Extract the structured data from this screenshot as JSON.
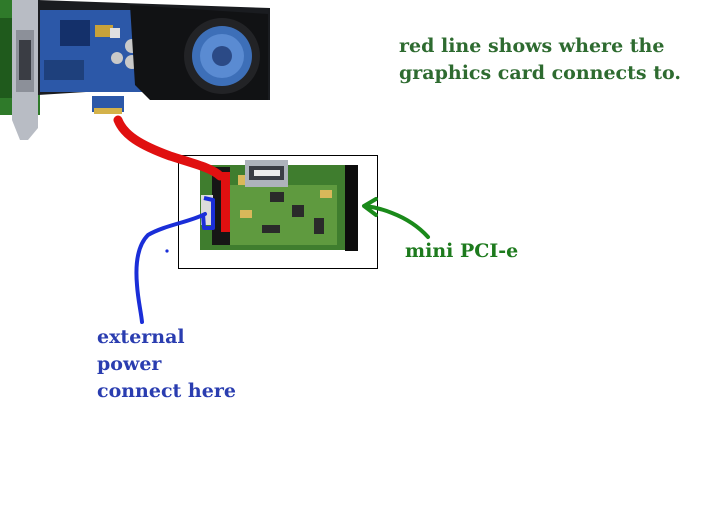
{
  "annotations": {
    "red_line_note": [
      "red line shows where the",
      "graphics card connects to."
    ],
    "mini_pcie_label": "mini PCI-e",
    "external_power_note": [
      "external",
      "power",
      "connect here"
    ]
  },
  "colors": {
    "red_line": "#e01010",
    "blue_line": "#1a2ed8",
    "green_arrow": "#1a8a1a",
    "note_text": "#2e6b30",
    "power_text": "#2a3db0"
  },
  "icons": [
    "graphics-card-image",
    "mini-pcie-adapter-board-image"
  ]
}
